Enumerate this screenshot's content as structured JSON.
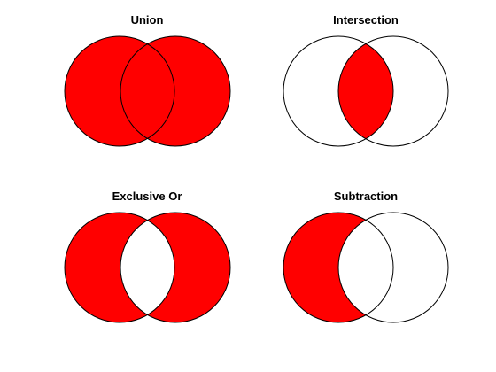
{
  "colors": {
    "fill": "#ff0000",
    "stroke": "#000000",
    "background": "#ffffff"
  },
  "panels": [
    {
      "title": "Union",
      "operation": "union"
    },
    {
      "title": "Intersection",
      "operation": "intersection"
    },
    {
      "title": "Exclusive Or",
      "operation": "xor"
    },
    {
      "title": "Subtraction",
      "operation": "subtraction"
    }
  ]
}
